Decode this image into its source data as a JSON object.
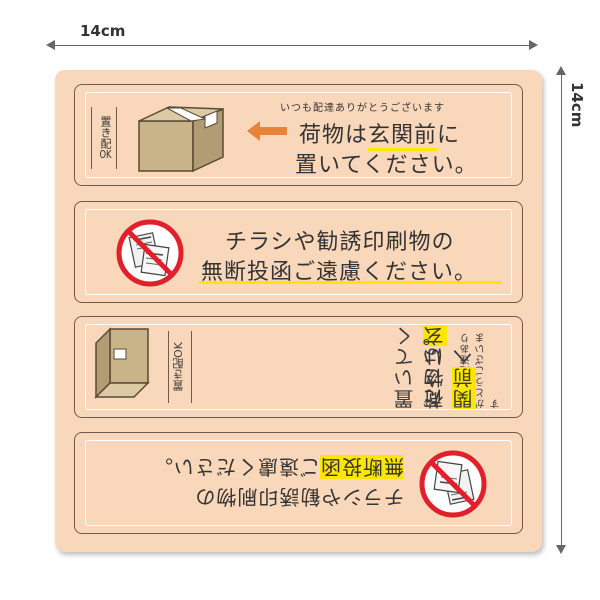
{
  "dimensions": {
    "width_label": "14cm",
    "height_label": "14cm"
  },
  "colors": {
    "sheet": "#f9d7ba",
    "highlight": "#ffe600",
    "prohibit_red": "#e0202a",
    "arrow": "#e9823a",
    "box": "#c9b48a"
  },
  "panel1": {
    "side_tag_top": "置き",
    "side_tag_mid": "配",
    "side_tag_ok": "OK",
    "small_line": "いつも配達ありがとうございます",
    "line1_pre": "荷物は",
    "line1_hl": "玄関前",
    "line1_post": "に",
    "line2": "置いてください。",
    "icon": "cardboard-box-icon",
    "arrow_icon": "arrow-left-icon"
  },
  "panel2": {
    "line1": "チラシや勧誘印刷物の",
    "line2": "無断投函ご遠慮ください。",
    "icon": "no-flyers-prohibition-icon"
  },
  "panel3": {
    "side_tag": "置き配OK",
    "small_line": "いつも配達ありがとうございます",
    "line1_pre": "荷物は",
    "line1_hl": "玄関前",
    "line1_post": "へ",
    "line2": "置いてください。",
    "icon": "cardboard-box-icon"
  },
  "panel4": {
    "line1": "チラシや勧誘印刷物の",
    "line2_hl": "無断投函",
    "line2_post": "ご遠慮ください。",
    "icon": "no-flyers-prohibition-icon"
  }
}
